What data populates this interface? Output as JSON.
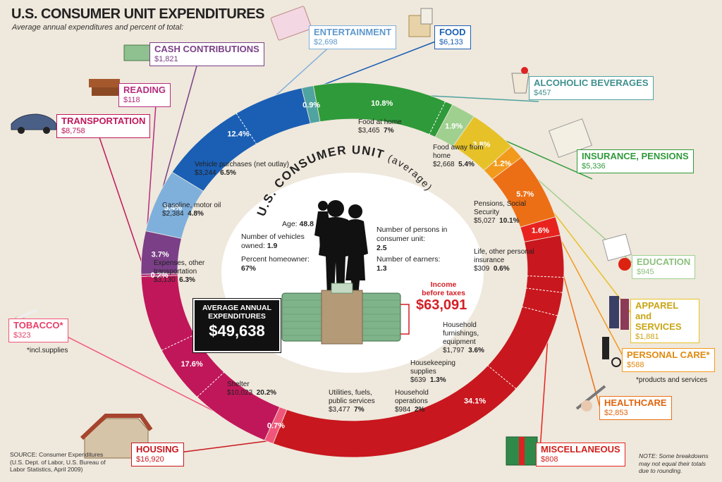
{
  "header": {
    "title": "U.S. CONSUMER UNIT EXPENDITURES",
    "subtitle": "Average annual expenditures and percent of total:"
  },
  "center": {
    "arc_title": "U.S. CONSUMER UNIT",
    "arc_title_suffix": "(average)",
    "age_label": "Age:",
    "age_value": "48.8",
    "vehicles_label": "Number of vehicles owned:",
    "vehicles_value": "1.9",
    "homeowner_label": "Percent homeowner:",
    "homeowner_value": "67%",
    "persons_label": "Number of persons in consumer unit:",
    "persons_value": "2.5",
    "earners_label": "Number of earners:",
    "earners_value": "1.3",
    "avg_label": "AVERAGE ANNUAL EXPENDITURES",
    "avg_value": "$49,638",
    "income_label": "Income before taxes",
    "income_value": "$63,091"
  },
  "notes": {
    "tobacco_note": "*incl.supplies",
    "personal_care_note": "*products and services",
    "source": "SOURCE: Consumer Expenditures (U.S. Dept. of Labor, U.S. Bureau of Labor Statistics, April 2009)",
    "rounding": "NOTE: Some breakdowns may not equal their totals due to rounding."
  },
  "colors": {
    "background": "#efe8dc",
    "entertainment": "#7fb0dc",
    "food": "#1a5fb4",
    "alcohol": "#4fa3a0",
    "insurance": "#2f9a3a",
    "education": "#9fd08f",
    "apparel": "#e6c228",
    "personal_care": "#f29a1c",
    "healthcare": "#ec6f15",
    "miscellaneous": "#e8231f",
    "housing": "#c8171e",
    "tobacco": "#f0567a",
    "transportation": "#c0175a",
    "reading": "#b52d7d",
    "cash_contributions": "#7a3f86"
  },
  "chart_data": {
    "type": "donut",
    "title": "U.S. CONSUMER UNIT EXPENDITURES",
    "total": "$49,638",
    "series": [
      {
        "name": "ENTERTAINMENT",
        "amount": "$2,698",
        "percent": 5.4,
        "pct_label": "5.4%",
        "color": "#7fb0dc"
      },
      {
        "name": "FOOD",
        "amount": "$6,133",
        "percent": 12.4,
        "pct_label": "12.4%",
        "color": "#1a5fb4",
        "sub": [
          {
            "name": "Food at home",
            "amount": "$3,465",
            "percent": "7%"
          },
          {
            "name": "Food away from home",
            "amount": "$2,668",
            "percent": "5.4%"
          }
        ]
      },
      {
        "name": "ALCOHOLIC BEVERAGES",
        "amount": "$457",
        "percent": 0.9,
        "pct_label": "0.9%",
        "color": "#4fa3a0"
      },
      {
        "name": "INSURANCE, PENSIONS",
        "amount": "$5,336",
        "percent": 10.8,
        "pct_label": "10.8%",
        "color": "#2f9a3a",
        "sub": [
          {
            "name": "Pensions, Social Security",
            "amount": "$5,027",
            "percent": "10.1%"
          },
          {
            "name": "Life, other personal insurance",
            "amount": "$309",
            "percent": "0.6%"
          }
        ]
      },
      {
        "name": "EDUCATION",
        "amount": "$945",
        "percent": 1.9,
        "pct_label": "1.9%",
        "color": "#9fd08f"
      },
      {
        "name": "APPAREL and SERVICES",
        "amount": "$1,881",
        "percent": 3.8,
        "pct_label": "3.8%",
        "color": "#e6c228"
      },
      {
        "name": "PERSONAL CARE*",
        "amount": "$588",
        "percent": 1.2,
        "pct_label": "1.2%",
        "color": "#f29a1c"
      },
      {
        "name": "HEALTHCARE",
        "amount": "$2,853",
        "percent": 5.7,
        "pct_label": "5.7%",
        "color": "#ec6f15"
      },
      {
        "name": "MISCELLANEOUS",
        "amount": "$808",
        "percent": 1.6,
        "pct_label": "1.6%",
        "color": "#e8231f"
      },
      {
        "name": "HOUSING",
        "amount": "$16,920",
        "percent": 34.1,
        "pct_label": "34.1%",
        "color": "#c8171e",
        "sub": [
          {
            "name": "Household furnishings, equipment",
            "amount": "$1,797",
            "percent": "3.6%"
          },
          {
            "name": "Housekeeping supplies",
            "amount": "$639",
            "percent": "1.3%"
          },
          {
            "name": "Household operations",
            "amount": "$984",
            "percent": "2%"
          },
          {
            "name": "Utilities, fuels, public services",
            "amount": "$3,477",
            "percent": "7%"
          },
          {
            "name": "Shelter",
            "amount": "$10,023",
            "percent": "20.2%"
          }
        ]
      },
      {
        "name": "TOBACCO*",
        "amount": "$323",
        "percent": 0.7,
        "pct_label": "0.7%",
        "color": "#f0567a"
      },
      {
        "name": "TRANSPORTATION",
        "amount": "$8,758",
        "percent": 17.6,
        "pct_label": "17.6%",
        "color": "#c0175a",
        "sub": [
          {
            "name": "Expenses, other transportation",
            "amount": "$3,130",
            "percent": "6.3%"
          },
          {
            "name": "Gasoline, motor oil",
            "amount": "$2,384",
            "percent": "4.8%"
          },
          {
            "name": "Vehicle purchases (net outlay)",
            "amount": "$3,244",
            "percent": "6.5%"
          }
        ]
      },
      {
        "name": "READING",
        "amount": "$118",
        "percent": 0.2,
        "pct_label": "0.2%",
        "color": "#b52d7d"
      },
      {
        "name": "CASH CONTRIBUTIONS",
        "amount": "$1,821",
        "percent": 3.7,
        "pct_label": "3.7%",
        "color": "#7a3f86"
      }
    ]
  }
}
